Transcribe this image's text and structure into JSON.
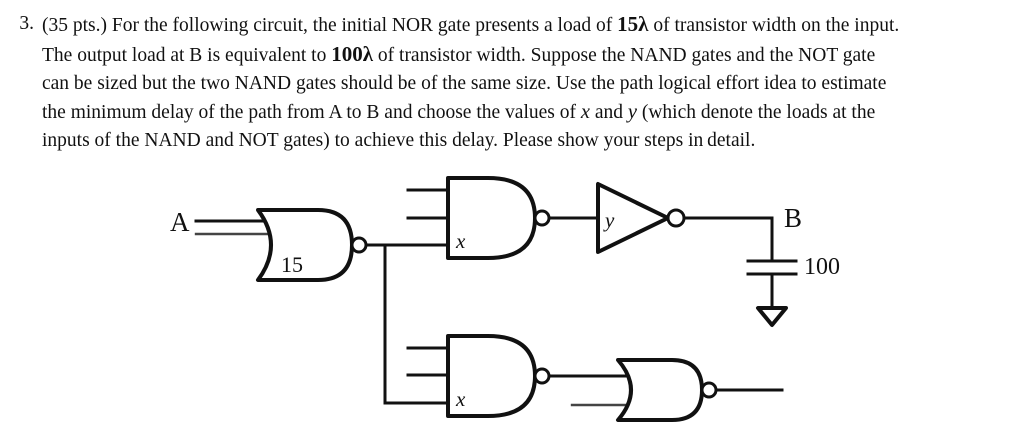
{
  "problem": {
    "number": "3.",
    "lines": [
      {
        "segments": [
          {
            "t": "(35 pts.) For the following circuit, the initial NOR gate presents a load of ",
            "s": "normal"
          },
          {
            "t": "15λ",
            "s": "big"
          },
          {
            "t": " of transistor width on the input.",
            "s": "normal"
          }
        ]
      },
      {
        "segments": [
          {
            "t": "The output load at B is equivalent to ",
            "s": "normal"
          },
          {
            "t": "100λ",
            "s": "big"
          },
          {
            "t": " of transistor width. Suppose the NAND gates and the NOT gate",
            "s": "normal"
          }
        ]
      },
      {
        "segments": [
          {
            "t": "can be sized but the two NAND gates should be of the same size. Use the path logical effort idea to estimate",
            "s": "normal"
          }
        ]
      },
      {
        "segments": [
          {
            "t": "the minimum delay of the path from A to B and choose the values of ",
            "s": "normal"
          },
          {
            "t": "x",
            "s": "var"
          },
          {
            "t": " and ",
            "s": "normal"
          },
          {
            "t": "y",
            "s": "var"
          },
          {
            "t": " (which denote the loads at the",
            "s": "normal"
          }
        ]
      },
      {
        "segments": [
          {
            "t": "inputs of the NAND and NOT gates) to achieve this delay. Please show your steps in detail.",
            "s": "normal"
          }
        ]
      }
    ]
  },
  "circuit": {
    "labels": {
      "input_a": "A",
      "output_b": "B",
      "nor_size": "15",
      "nand_top_size": "x",
      "nand_bottom_size": "x",
      "inverter_size": "y",
      "capacitor_value": "100"
    },
    "colors": {
      "wire": "#111111",
      "gate_stroke": "#111111",
      "gate_fill": "#ffffff",
      "text": "#111111"
    },
    "elements": [
      {
        "name": "nor-gate-input",
        "type": "nor",
        "label": "15"
      },
      {
        "name": "nand-gate-top",
        "type": "nand",
        "label": "x"
      },
      {
        "name": "inverter-gate",
        "type": "not",
        "label": "y"
      },
      {
        "name": "nand-gate-bottom",
        "type": "nand",
        "label": "x"
      },
      {
        "name": "nor-gate-bottom",
        "type": "nor",
        "label": ""
      },
      {
        "name": "load-capacitor",
        "type": "capacitor",
        "label": "100"
      },
      {
        "name": "ground-symbol",
        "type": "ground",
        "label": ""
      }
    ]
  }
}
